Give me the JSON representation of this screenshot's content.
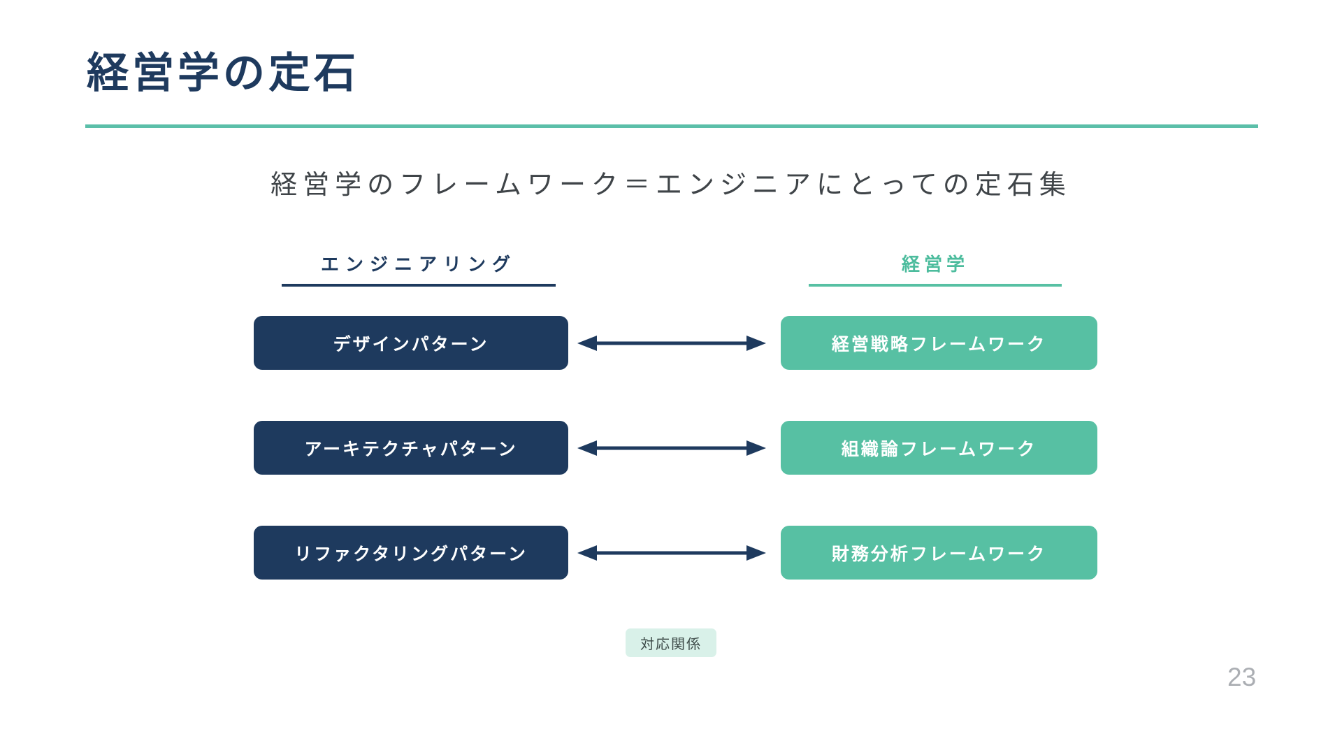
{
  "slide": {
    "title": "経営学の定石",
    "subtitle": "経営学のフレームワーク＝エンジニアにとっての定石集",
    "page_number": "23",
    "columns": {
      "left": "エンジニアリング",
      "right": "経営学"
    },
    "rows": [
      {
        "left": "デザインパターン",
        "right": "経営戦略フレームワーク"
      },
      {
        "left": "アーキテクチャパターン",
        "right": "組織論フレームワーク"
      },
      {
        "left": "リファクタリングパターン",
        "right": "財務分析フレームワーク"
      }
    ],
    "legend_label": "対応関係",
    "colors": {
      "navy": "#1e3a5e",
      "teal": "#57c0a3",
      "teal_text": "#4cbc9d",
      "underline_teal": "#5bbfa9",
      "mint_badge": "#d9f1e9",
      "subtitle_gray": "#3f4448",
      "page_gray": "#abaeb3",
      "box_text": "#ffffff"
    }
  }
}
